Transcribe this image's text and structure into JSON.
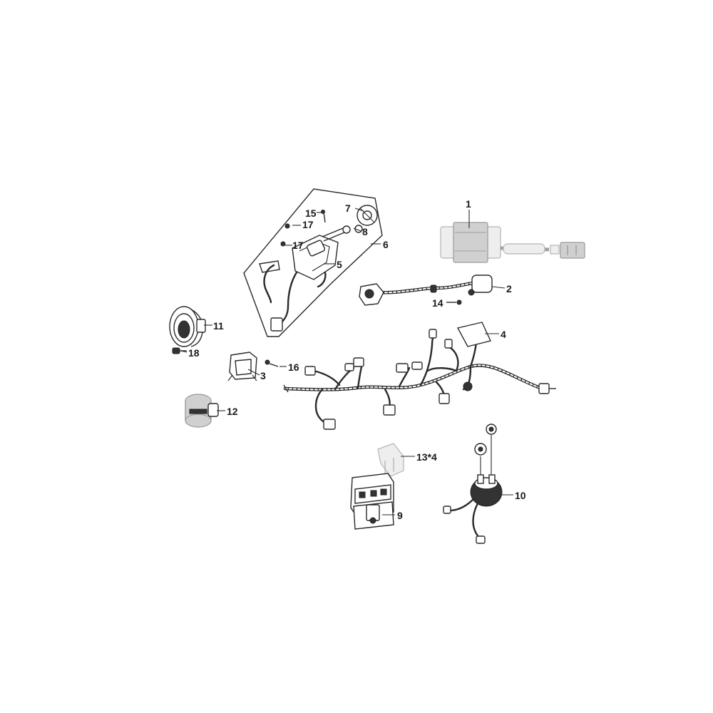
{
  "callouts": [
    {
      "id": "1",
      "text": "1"
    },
    {
      "id": "2",
      "text": "2"
    },
    {
      "id": "3",
      "text": "3"
    },
    {
      "id": "4",
      "text": "4"
    },
    {
      "id": "5",
      "text": "5"
    },
    {
      "id": "6",
      "text": "6"
    },
    {
      "id": "7",
      "text": "7"
    },
    {
      "id": "8",
      "text": "8"
    },
    {
      "id": "9",
      "text": "9"
    },
    {
      "id": "10",
      "text": "10"
    },
    {
      "id": "11",
      "text": "11"
    },
    {
      "id": "12",
      "text": "12"
    },
    {
      "id": "13",
      "text": "13*4"
    },
    {
      "id": "14",
      "text": "14"
    },
    {
      "id": "15",
      "text": "15"
    },
    {
      "id": "16",
      "text": "16"
    },
    {
      "id": "17a",
      "text": "17"
    },
    {
      "id": "17b",
      "text": "17"
    },
    {
      "id": "18",
      "text": "18"
    }
  ]
}
